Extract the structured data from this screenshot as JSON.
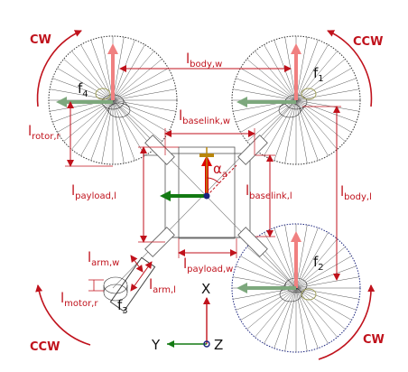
{
  "rotation_labels": {
    "cw": "CW",
    "ccw": "CCW"
  },
  "force_labels": [
    {
      "base": "f",
      "sub": "1"
    },
    {
      "base": "f",
      "sub": "2"
    },
    {
      "base": "f",
      "sub": "3"
    },
    {
      "base": "f",
      "sub": "4"
    }
  ],
  "dimension_labels": {
    "l_body_w": {
      "base": "l",
      "sub": "body,w"
    },
    "l_body_l": {
      "base": "l",
      "sub": "body,l"
    },
    "l_baselink_w": {
      "base": "l",
      "sub": "baselink,w"
    },
    "l_baselink_l": {
      "base": "l",
      "sub": "baselink,l"
    },
    "l_payload_l": {
      "base": "l",
      "sub": "payload,l"
    },
    "l_payload_w": {
      "base": "l",
      "sub": "payload,w"
    },
    "l_rotor_r": {
      "base": "l",
      "sub": "rotor,r"
    },
    "l_arm_w": {
      "base": "l",
      "sub": "arm,w"
    },
    "l_arm_l": {
      "base": "l",
      "sub": "arm,l"
    },
    "l_motor_r": {
      "base": "l",
      "sub": "motor,r"
    }
  },
  "angle_label": {
    "base": "α",
    "sub": "a"
  },
  "axes": {
    "x": "X",
    "y": "Y",
    "z": "Z"
  },
  "colors": {
    "annotation": "#c0121c",
    "thrust": "#f08080",
    "horizontal_force": "#7da87d",
    "body_force": "#137a13",
    "rotor_line": "#333333",
    "rotor_highlight": "#1a237e",
    "axis_x": "#c0121c",
    "axis_y": "#137a13",
    "axis_z": "#1a237e"
  }
}
